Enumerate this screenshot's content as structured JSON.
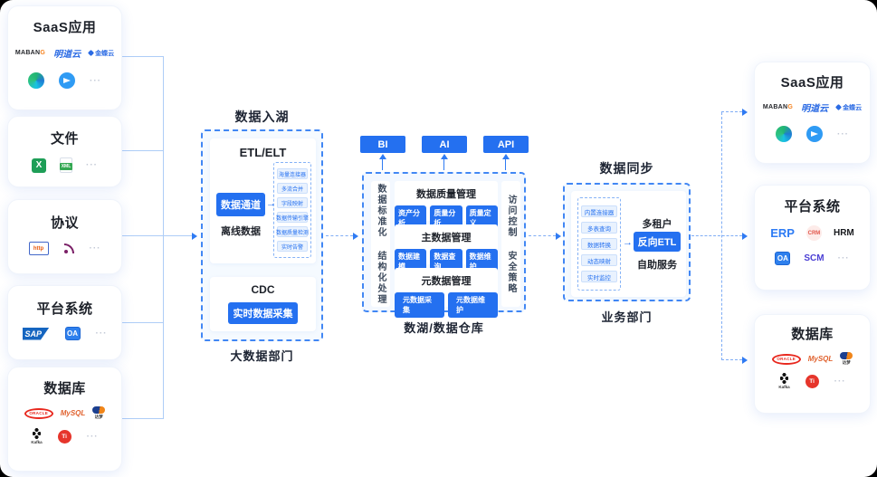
{
  "colors": {
    "accent": "#2470F0",
    "dash_border": "#4187F4",
    "panel_bg": "#F5FAFF",
    "chip_bg": "#E9F2FE",
    "chip_text": "#2470F0",
    "title_text": "#1D2129",
    "line": "#AECDF7"
  },
  "logos": {
    "mabang_prefix": "MABAN",
    "mabang_suffix": "G",
    "mingdao": "明道云",
    "kingdee": "金蝶云",
    "more": "···",
    "excel": "X",
    "xml": "XML",
    "http": "http",
    "sap": "SAP",
    "oa": "OA",
    "oracle": "ORACLE",
    "mysql": "MySQL",
    "dameng": "达梦",
    "kafka": "Kafka",
    "tidb": "Ti",
    "erp": "ERP",
    "crm": "CRM",
    "hrm": "HRM",
    "scm": "SCM"
  },
  "source_cards": {
    "saas": {
      "title": "SaaS应用"
    },
    "files": {
      "title": "文件"
    },
    "protocols": {
      "title": "协议"
    },
    "platforms": {
      "title": "平台系统"
    },
    "databases": {
      "title": "数据库"
    }
  },
  "ingest": {
    "title": "数据入湖",
    "etl": {
      "title": "ETL/ELT",
      "channel": "数据通道",
      "mode": "离线数据",
      "features": [
        "海量连接器",
        "多流合并",
        "字段映射",
        "数据传输引擎",
        "数据质量检测",
        "实时告警"
      ]
    },
    "cdc": {
      "title": "CDC",
      "button": "实时数据采集"
    },
    "footer": "大数据部门"
  },
  "governance": {
    "outputs": [
      "BI",
      "AI",
      "API"
    ],
    "left_rail": [
      "数据标准化",
      "结构化处理"
    ],
    "right_rail": [
      "访问控制",
      "安全策略"
    ],
    "modules": [
      {
        "title": "数据质量管理",
        "buttons": [
          "资产分析",
          "质量分析",
          "质量定义"
        ]
      },
      {
        "title": "主数据管理",
        "buttons": [
          "数据建模",
          "数据查询",
          "数据维护"
        ]
      },
      {
        "title": "元数据管理",
        "buttons": [
          "元数据采集",
          "元数据维护"
        ]
      }
    ],
    "footer": "数湖/数据仓库"
  },
  "sync": {
    "title": "数据同步",
    "features": [
      "内置连接器",
      "多表查询",
      "数据转换",
      "动态映射",
      "实时监控"
    ],
    "tenant": "多租户",
    "button": "反向ETL",
    "service": "自助服务",
    "footer": "业务部门"
  },
  "target_cards": {
    "saas": {
      "title": "SaaS应用"
    },
    "platforms": {
      "title": "平台系统"
    },
    "databases": {
      "title": "数据库"
    }
  }
}
